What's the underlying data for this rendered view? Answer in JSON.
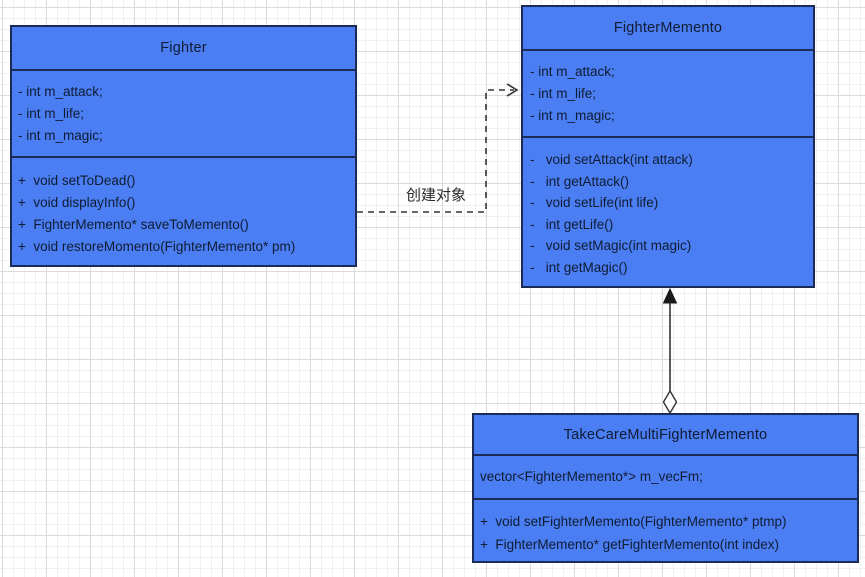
{
  "theme": {
    "box_fill": "#4a7ef2",
    "box_border": "#1a2b55",
    "box_text": "#101c33",
    "connector": "#333333",
    "label_text": "#2b2b2b",
    "grid_minor": "#f0f0f0",
    "grid_major": "#dbdbdb",
    "canvas_bg": "#ffffff"
  },
  "classes": [
    {
      "id": "fighter",
      "title": "Fighter",
      "attributes": [
        "- int m_attack;",
        "- int m_life;",
        "- int m_magic;"
      ],
      "methods": [
        "+  void setToDead()",
        "+  void displayInfo()",
        "+  FighterMemento* saveToMemento()",
        "+  void restoreMomento(FighterMemento* pm)"
      ]
    },
    {
      "id": "fighter-memento",
      "title": "FighterMemento",
      "attributes": [
        "- int m_attack;",
        "- int m_life;",
        "- int m_magic;"
      ],
      "methods": [
        "-   void setAttack(int attack)",
        "-   int getAttack()",
        "-   void setLife(int life)",
        "-   int getLife()",
        "-   void setMagic(int magic)",
        "-   int getMagic()"
      ]
    },
    {
      "id": "take-care-multi-fighter-memento",
      "title": "TakeCareMultiFighterMemento",
      "attributes": [
        "vector<FighterMemento*> m_vecFm;"
      ],
      "methods": [
        "+  void setFighterMemento(FighterMemento* ptmp)",
        "+  FighterMemento* getFighterMemento(int index)"
      ]
    }
  ],
  "connectors": {
    "create_edge": {
      "label": "创建对象",
      "style": "dashed",
      "from": "Fighter",
      "to": "FighterMemento",
      "arrowhead": "open"
    },
    "aggregation_edge": {
      "style": "solid",
      "from": "TakeCareMultiFighterMemento",
      "to": "FighterMemento",
      "source_marker": "open-diamond",
      "target_marker": "filled-arrow"
    }
  }
}
